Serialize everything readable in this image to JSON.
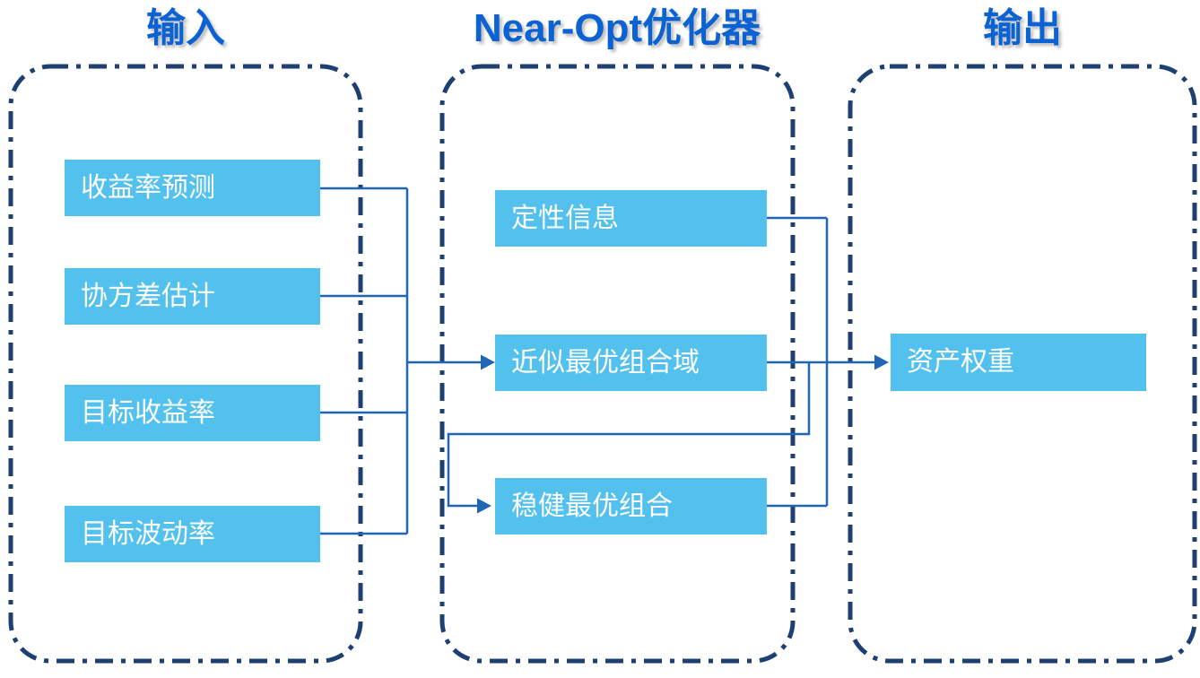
{
  "diagram": {
    "input": {
      "title": "输入",
      "boxes": [
        "收益率预测",
        "协方差估计",
        "目标收益率",
        "目标波动率"
      ]
    },
    "optimizer": {
      "title": "Near-Opt优化器",
      "boxes": [
        "定性信息",
        "近似最优组合域",
        "稳健最优组合"
      ]
    },
    "output": {
      "title": "输出",
      "boxes": [
        "资产权重"
      ]
    }
  },
  "edges": [
    {
      "from": "收益率预测",
      "to": "近似最优组合域"
    },
    {
      "from": "协方差估计",
      "to": "近似最优组合域"
    },
    {
      "from": "目标收益率",
      "to": "近似最优组合域"
    },
    {
      "from": "目标波动率",
      "to": "近似最优组合域"
    },
    {
      "from": "定性信息",
      "to": "资产权重"
    },
    {
      "from": "近似最优组合域",
      "to": "资产权重"
    },
    {
      "from": "近似最优组合域",
      "to": "稳健最优组合"
    },
    {
      "from": "稳健最优组合",
      "to": "资产权重"
    }
  ],
  "colors": {
    "background": "#ffffff",
    "box_fill": "#53c1ee",
    "box_text": "#ffffff",
    "container_border": "#1d3f72",
    "connector": "#2166b5",
    "title_text": "#0b62d3"
  }
}
